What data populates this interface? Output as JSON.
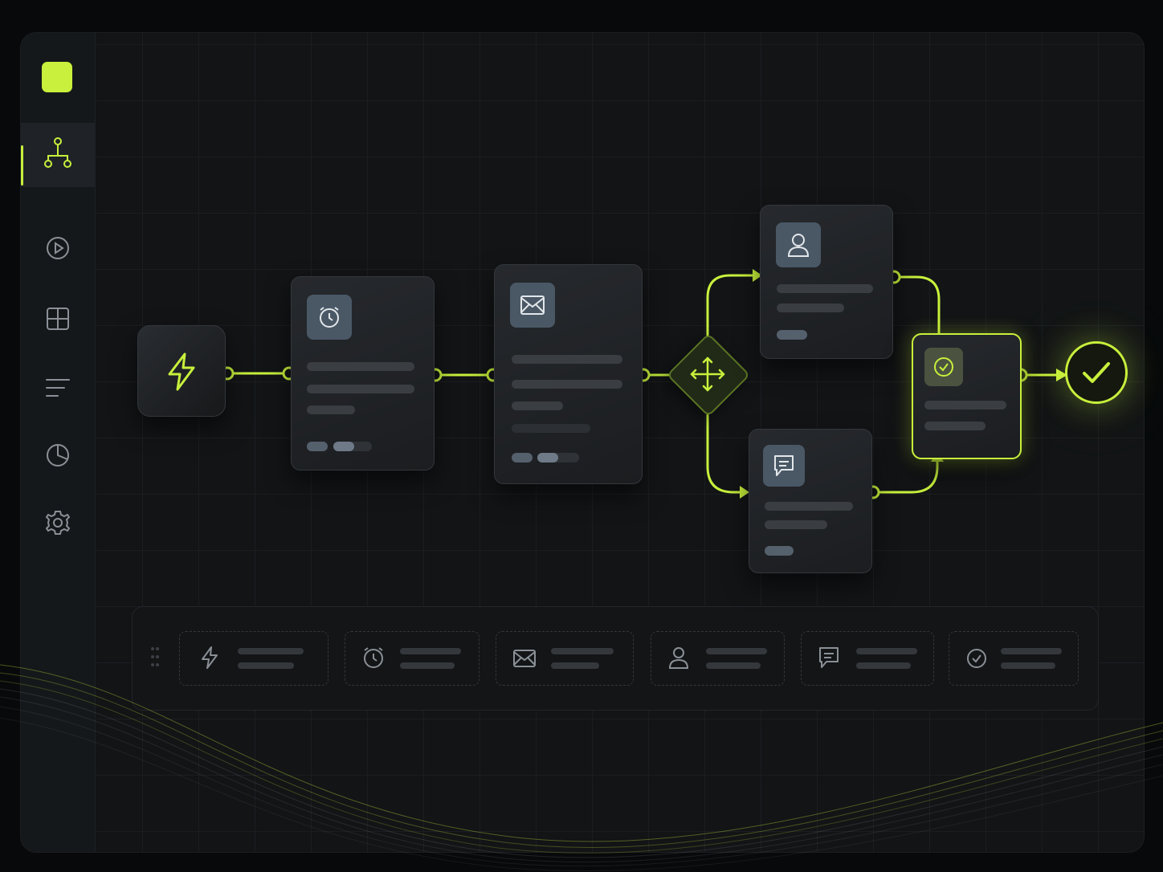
{
  "colors": {
    "accent": "#c8f03c",
    "background": "#07090b",
    "panel": "#121416",
    "icon_tile": "#4a5866"
  },
  "sidebar": {
    "items": [
      {
        "icon": "workflow-icon",
        "active": true
      },
      {
        "icon": "play-icon",
        "active": false
      },
      {
        "icon": "grid-icon",
        "active": false
      },
      {
        "icon": "list-icon",
        "active": false
      },
      {
        "icon": "pie-chart-icon",
        "active": false
      },
      {
        "icon": "gear-icon",
        "active": false
      }
    ]
  },
  "workflow": {
    "nodes": [
      {
        "id": "trigger",
        "icon": "lightning-icon"
      },
      {
        "id": "delay",
        "icon": "alarm-clock-icon"
      },
      {
        "id": "email",
        "icon": "mail-icon"
      },
      {
        "id": "split",
        "icon": "split-arrows-icon"
      },
      {
        "id": "assign-user",
        "icon": "user-icon"
      },
      {
        "id": "message",
        "icon": "chat-icon"
      },
      {
        "id": "approve",
        "icon": "check-circle-icon",
        "highlighted": true
      },
      {
        "id": "complete",
        "icon": "check-icon"
      }
    ]
  },
  "palette": {
    "slots": [
      {
        "icon": "lightning-icon"
      },
      {
        "icon": "alarm-clock-icon"
      },
      {
        "icon": "mail-icon"
      },
      {
        "icon": "user-icon"
      },
      {
        "icon": "chat-icon"
      },
      {
        "icon": "check-circle-icon"
      }
    ]
  }
}
